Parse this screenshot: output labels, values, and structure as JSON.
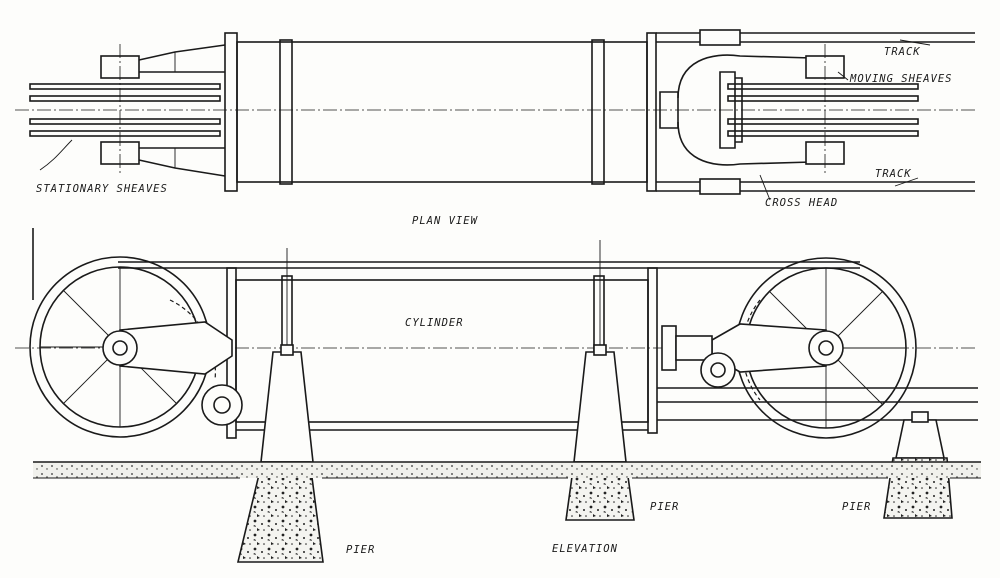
{
  "labels": {
    "track_top": "TRACK",
    "moving_sheaves": "MOVING SHEAVES",
    "stationary_sheaves": "STATIONARY SHEAVES",
    "track_bottom": "TRACK",
    "cross_head": "CROSS HEAD",
    "plan_view": "PLAN VIEW",
    "cylinder": "CYLINDER",
    "pier_left": "PIER",
    "pier_middle": "PIER",
    "pier_right": "PIER",
    "elevation": "ELEVATION"
  }
}
